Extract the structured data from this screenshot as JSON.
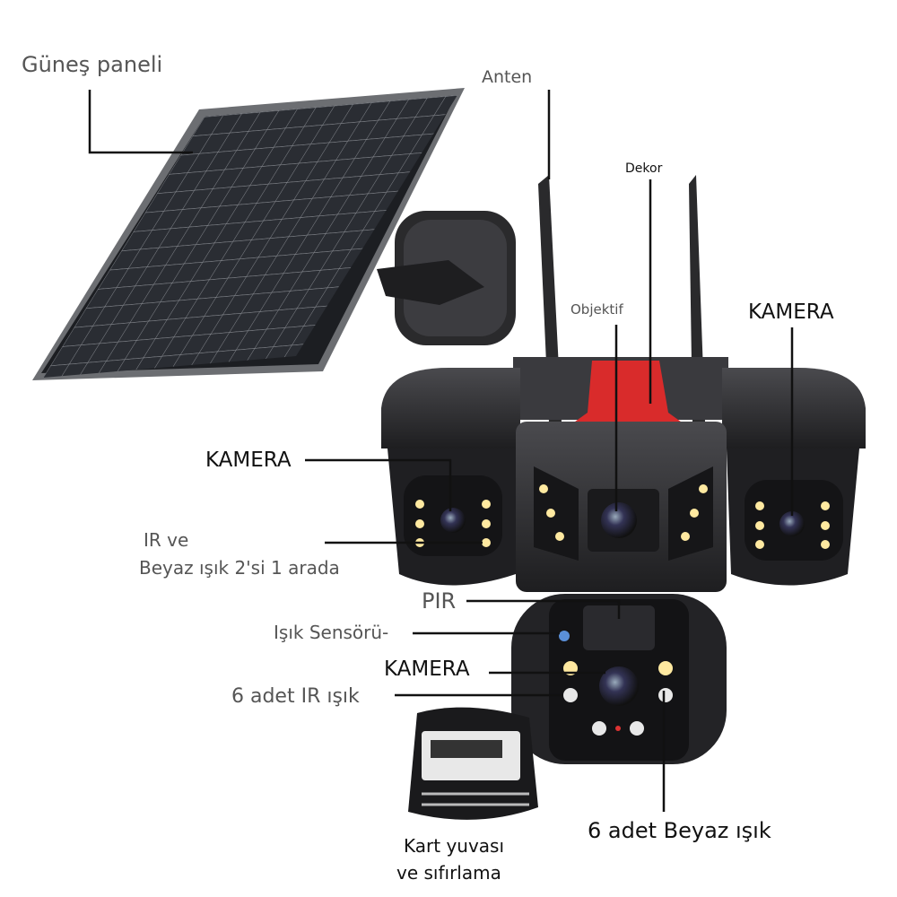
{
  "labels": {
    "solar_panel": "Güneş paneli",
    "antenna": "Anten",
    "decor": "Dekor",
    "lens": "Objektif",
    "camera_right": "KAMERA",
    "camera_left": "KAMERA",
    "ir_white_line1": "IR ve",
    "ir_white_line2": "Beyaz ışık 2'si 1 arada",
    "pir": "PIR",
    "light_sensor": "Işık Sensörü-",
    "camera_bottom": "KAMERA",
    "ir_lights": "6 adet IR ışık",
    "card_slot_line1": "Kart yuvası",
    "card_slot_line2": "ve sıfırlama",
    "white_lights": "6 adet Beyaz ışık"
  },
  "colors": {
    "body": "#2b2b2e",
    "decor_red": "#d92b2b",
    "label_gray": "#555555"
  }
}
